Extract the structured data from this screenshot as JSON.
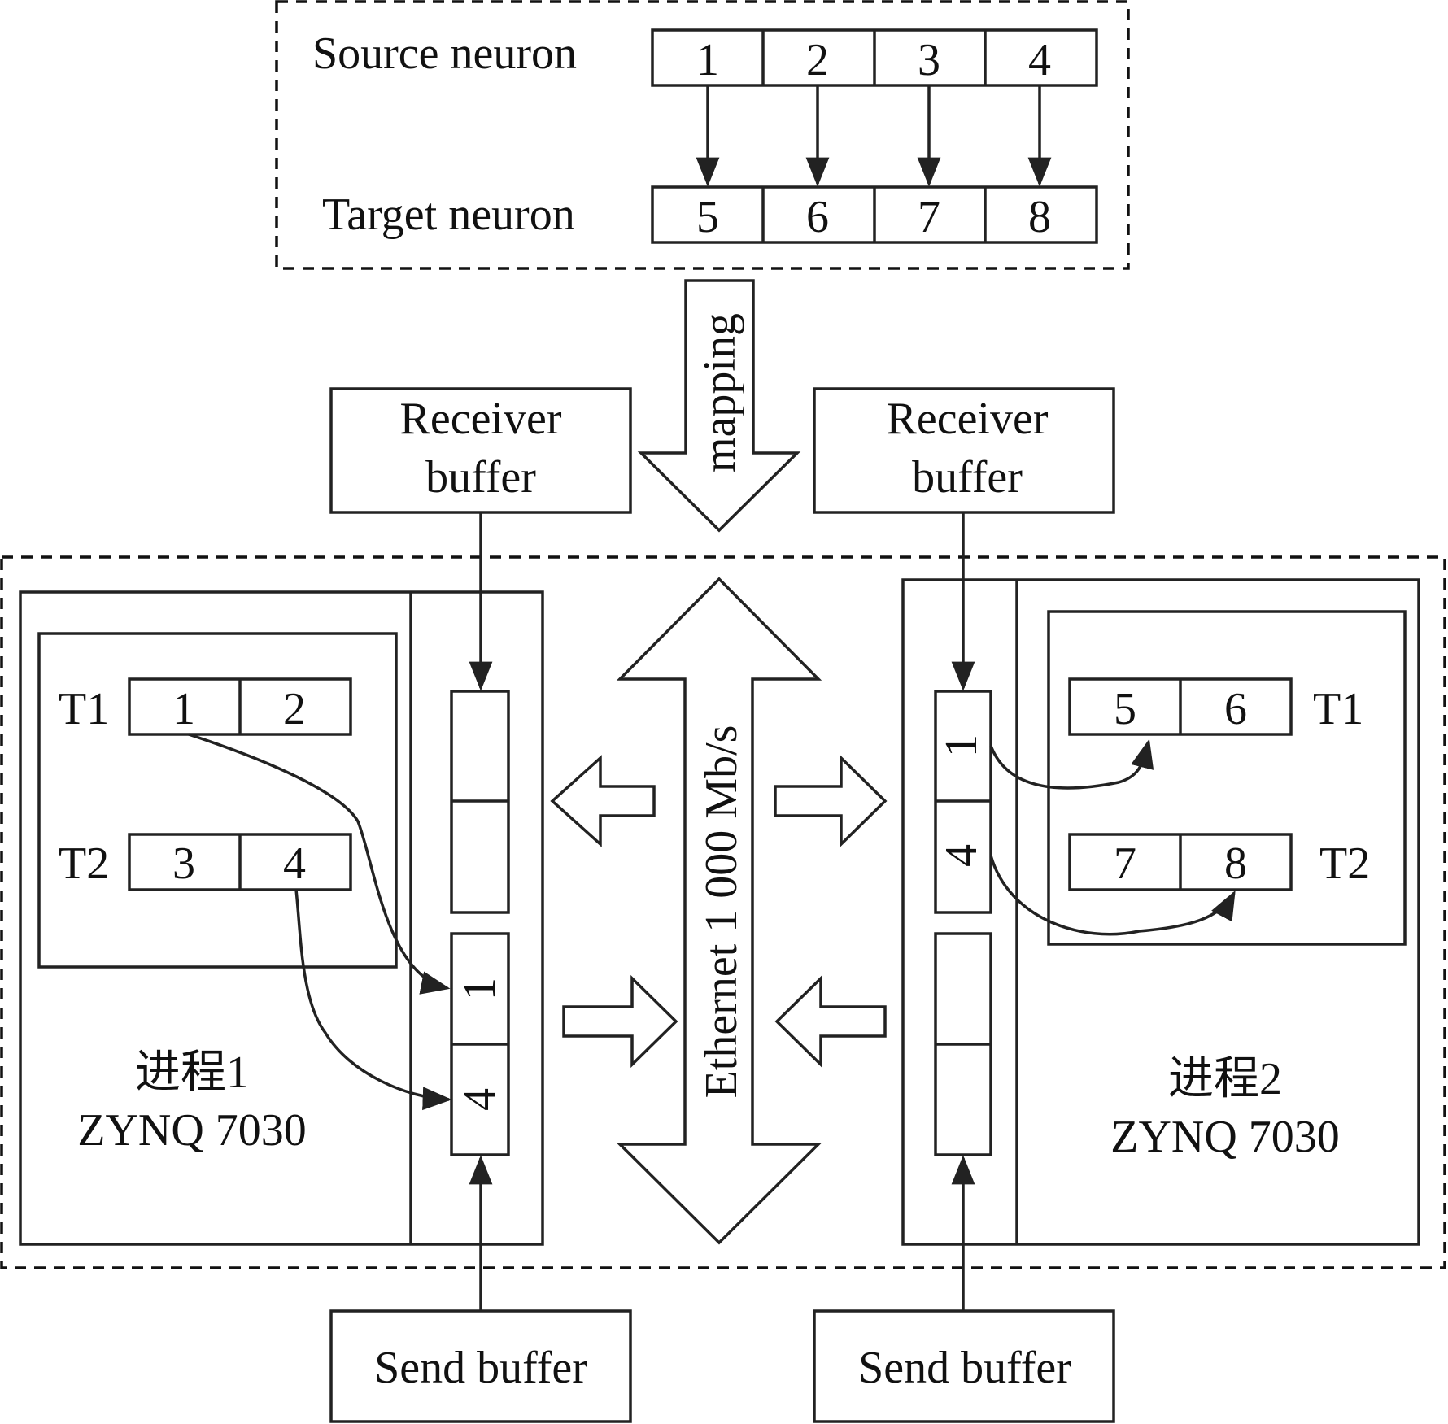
{
  "mapping_table": {
    "source_label": "Source neuron",
    "target_label": "Target neuron",
    "source_cells": [
      "1",
      "2",
      "3",
      "4"
    ],
    "target_cells": [
      "5",
      "6",
      "7",
      "8"
    ]
  },
  "mapping_label": "mapping",
  "ethernet_label": "Ethernet 1 000 Mb/s",
  "process1": {
    "name": "进程1",
    "chip": "ZYNQ 7030",
    "receiver_buffer": [
      "Receiver",
      "buffer"
    ],
    "send_buffer": "Send buffer",
    "t1_label": "T1",
    "t1_cells": [
      "1",
      "2"
    ],
    "t2_label": "T2",
    "t2_cells": [
      "3",
      "4"
    ],
    "send_slots": [
      "1",
      "4"
    ]
  },
  "process2": {
    "name": "进程2",
    "chip": "ZYNQ 7030",
    "receiver_buffer": [
      "Receiver",
      "buffer"
    ],
    "send_buffer": "Send buffer",
    "t1_label": "T1",
    "t1_cells": [
      "5",
      "6"
    ],
    "t2_label": "T2",
    "t2_cells": [
      "7",
      "8"
    ],
    "recv_slots": [
      "1",
      "4"
    ]
  }
}
